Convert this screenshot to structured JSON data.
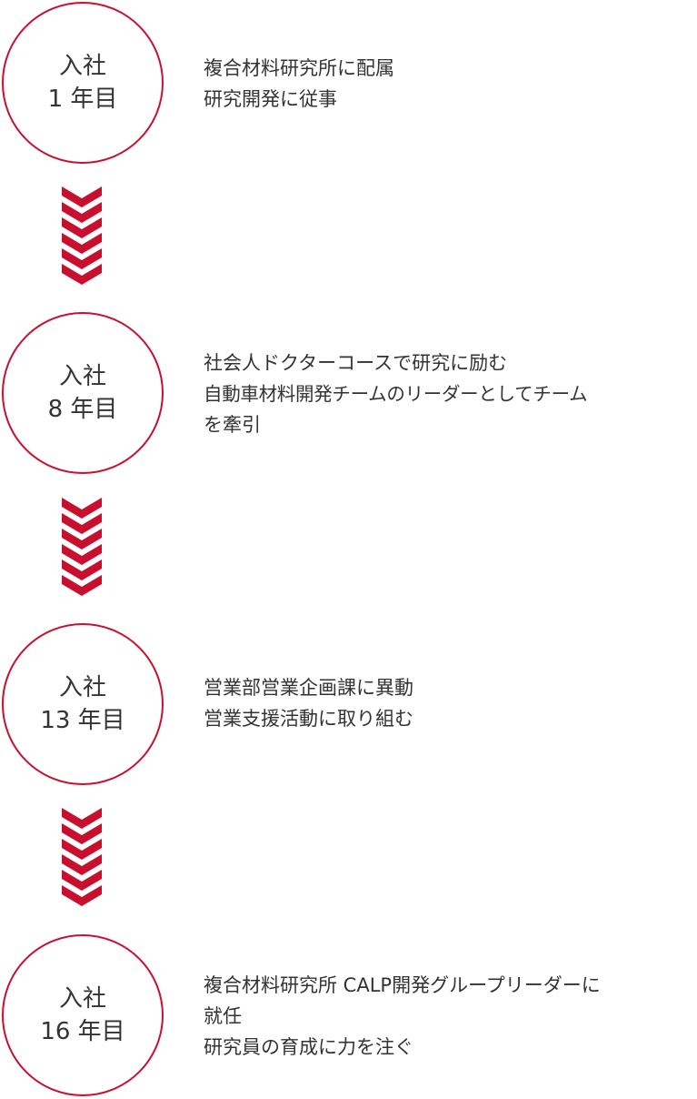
{
  "accent_color": "#c8102e",
  "steps": [
    {
      "circle_line1": "入社",
      "circle_line2": "1 年目",
      "lines": [
        "複合材料研究所に配属",
        "研究開発に従事"
      ]
    },
    {
      "circle_line1": "入社",
      "circle_line2": "8 年目",
      "lines": [
        "社会人ドクターコースで研究に励む",
        "自動車材料開発チームのリーダーとしてチーム",
        "を牽引"
      ]
    },
    {
      "circle_line1": "入社",
      "circle_line2": "13 年目",
      "lines": [
        "営業部営業企画課に異動",
        "営業支援活動に取り組む"
      ]
    },
    {
      "circle_line1": "入社",
      "circle_line2": "16 年目",
      "lines": [
        "複合材料研究所 CALP開発グループリーダーに",
        "就任",
        "研究員の育成に力を注ぐ"
      ]
    }
  ],
  "arrow_icon": "chevron-down-icon"
}
